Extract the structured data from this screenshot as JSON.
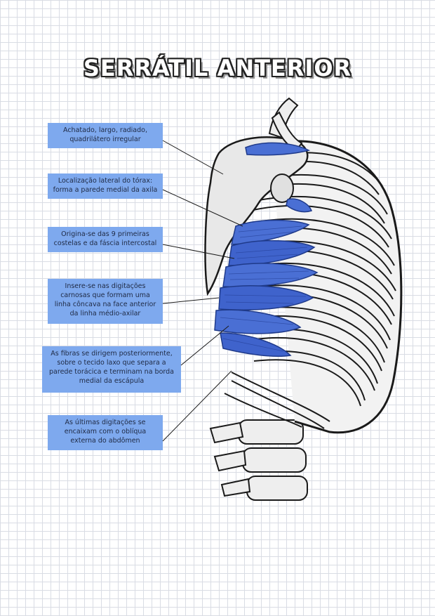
{
  "title": "SERRÁTIL ANTERIOR",
  "colors": {
    "muscle": "#4a6fd4",
    "muscle_dark": "#2a4aa8",
    "label_bg": "#7ea9ee",
    "bone": "#eeeeee",
    "outline": "#1a1a1a"
  },
  "notes": [
    {
      "id": "shape",
      "text": "Achatado, largo, radiado, quadrilátero irregular"
    },
    {
      "id": "location",
      "text": "Localização lateral do tórax: forma a parede medial da axila"
    },
    {
      "id": "origin",
      "text": "Origina-se das 9 primeiras costelas e da fáscia intercostal"
    },
    {
      "id": "insertion",
      "text": "Insere-se nas digitações carnosas que formam uma linha côncava na face anterior da linha médio-axilar"
    },
    {
      "id": "fibers",
      "text": "As fibras se dirigem posteriormente, sobre o tecido laxo que separa a parede torácica e terminam na borda medial da escápula"
    },
    {
      "id": "last_digitations",
      "text": "As últimas digitações se encaixam com o oblíqua externa do abdômen"
    }
  ]
}
